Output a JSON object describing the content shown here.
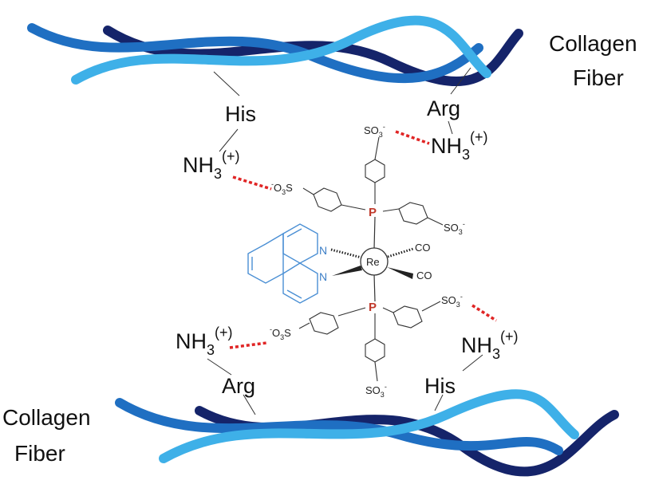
{
  "labels": {
    "collagen_top_1": "Collagen",
    "collagen_top_2": "Fiber",
    "collagen_bottom_1": "Collagen",
    "collagen_bottom_2": "Fiber",
    "his_top": "His",
    "arg_top": "Arg",
    "arg_bottom": "Arg",
    "his_bottom": "His",
    "nh3": "NH",
    "nh3_sub": "3",
    "nh3_charge": "(+)"
  },
  "complex": {
    "metal": "Re",
    "ligand_co": "CO",
    "phosphorus": "P",
    "nitrogen": "N",
    "sulfonate": "SO",
    "sulfonate_sub": "3",
    "sulfonate_charge": "-",
    "o3s_o": "O",
    "o3s_sub": "3",
    "o3s_s": "S",
    "o3s_charge": "-"
  },
  "colors": {
    "strand_light": "#3eb0e8",
    "strand_mid": "#1f6fc2",
    "strand_dark": "#15246a",
    "hbond": "#e02525",
    "phen": "#4a8fd4"
  }
}
